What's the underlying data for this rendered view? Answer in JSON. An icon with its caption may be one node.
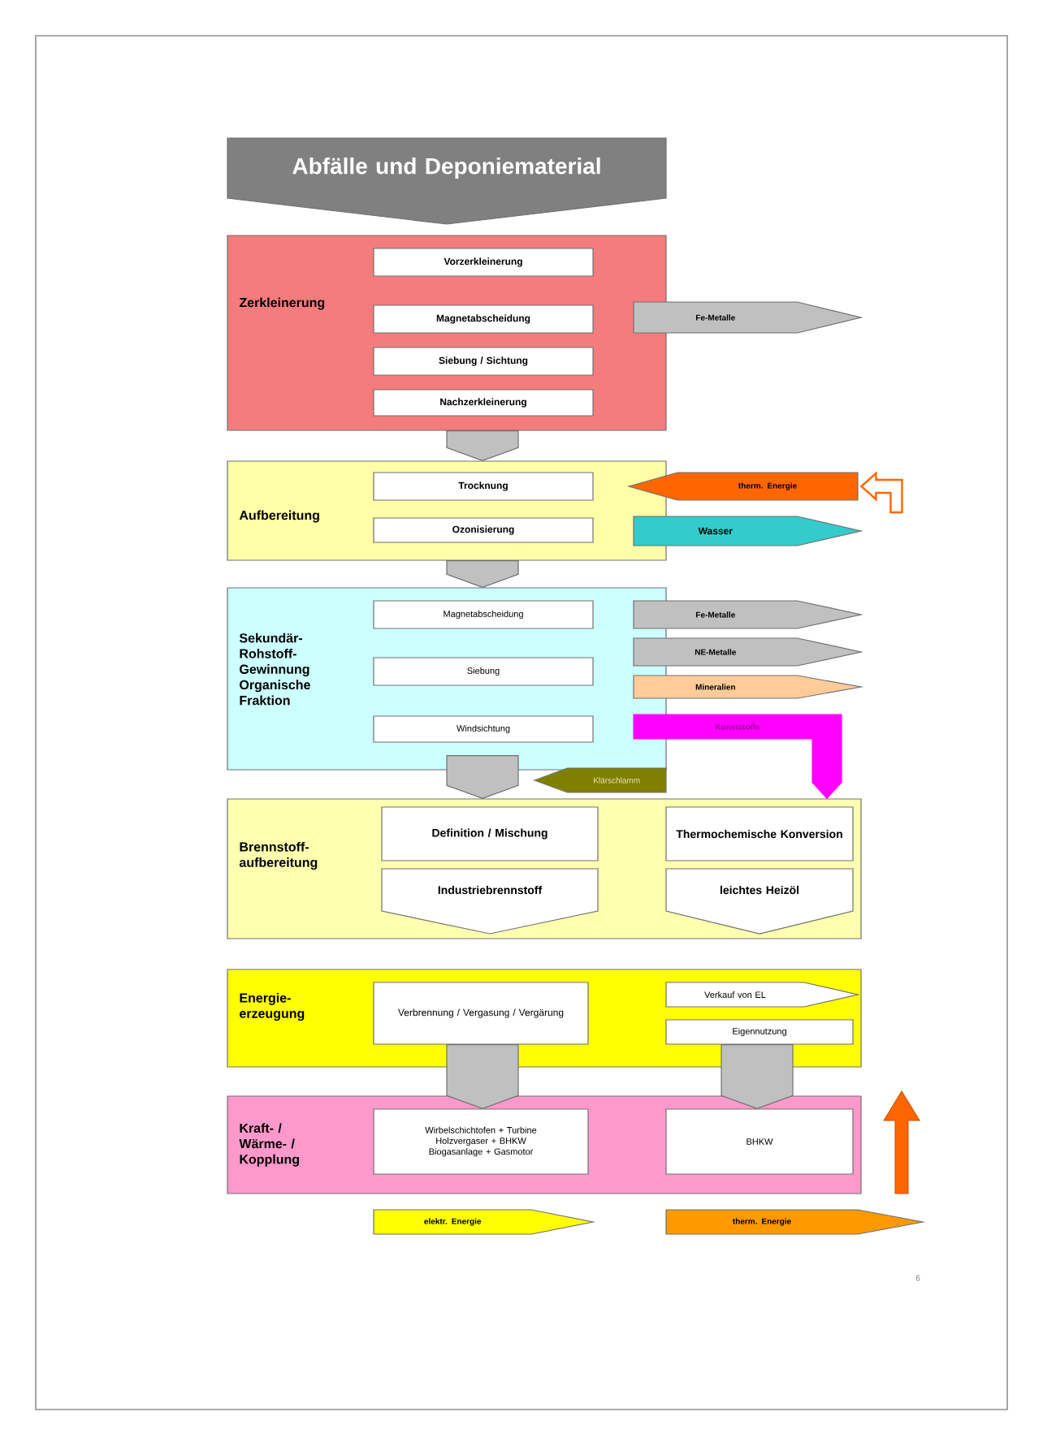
{
  "diagram": {
    "nodes": [
      {
        "text": [
          "Abfälle und Deponiematerial"
        ]
      },
      {
        "text": [
          "Zerkleinerung"
        ]
      },
      {
        "text": [
          "Vorzerkleinerung"
        ],
        "in": 1
      },
      {
        "text": [
          "Magnetabscheidung"
        ],
        "in": 1
      },
      {
        "text": [
          "Siebung / Sichtung"
        ],
        "in": 1
      },
      {
        "text": [
          "Nachzerkleinerung"
        ],
        "in": 1
      },
      {
        "text": [
          "Fe-Metalle"
        ]
      },
      {
        "text": [
          "Aufbereitung"
        ]
      },
      {
        "text": [
          "Trocknung"
        ],
        "in": 7
      },
      {
        "text": [
          "Ozonisierung"
        ],
        "in": 7
      },
      {
        "text": [
          "therm. Energie"
        ]
      },
      {
        "text": [
          "Wasser"
        ]
      },
      {
        "text": [
          "Sekundär- Rohstoff- Gewinnung Organische Fraktion"
        ]
      },
      {
        "text": [
          "Magnetabscheidung"
        ],
        "in": 12
      },
      {
        "text": [
          "Siebung"
        ],
        "in": 12
      },
      {
        "text": [
          "Windsichtung"
        ],
        "in": 12
      },
      {
        "text": [
          "Fe-Metalle"
        ]
      },
      {
        "text": [
          "NE-Metalle"
        ]
      },
      {
        "text": [
          "Mineralien"
        ]
      },
      {
        "text": [
          "Kunststoffe"
        ]
      },
      {
        "text": [
          "Klärschlamm"
        ]
      },
      {
        "text": [
          "Brennstoff- aufbereitung"
        ]
      },
      {
        "text": [
          "Definition / Mischung"
        ],
        "in": 21
      },
      {
        "text": [
          "Industriebrennstoff"
        ],
        "in": 21
      },
      {
        "text": [
          "Thermochemische Konversion"
        ],
        "in": 21
      },
      {
        "text": [
          "leichtes Heizöl"
        ],
        "in": 21
      },
      {
        "text": [
          "Energie- erzeugung"
        ]
      },
      {
        "text": [
          "Verbrennung / Vergasung / Vergärung"
        ],
        "in": 26
      },
      {
        "text": [
          "Verkauf von EL"
        ],
        "in": 26
      },
      {
        "text": [
          "Eigennutzung"
        ],
        "in": 26
      },
      {
        "text": [
          "Kraft- / Wärme- / Kopplung"
        ]
      },
      {
        "text": [
          "Wirbelschichtofen + Turbine",
          "Holzvergaser + BHKW",
          "Biogasanlage + Gasmotor"
        ],
        "in": 30
      },
      {
        "text": [
          "BHKW"
        ],
        "in": 30
      },
      {
        "text": [
          "elektr. Energie"
        ]
      },
      {
        "text": [
          "therm. Energie"
        ]
      }
    ],
    "edges": [
      {
        "from": 1,
        "to": 7,
        "arrow": "to"
      },
      {
        "from": 7,
        "to": 12,
        "arrow": "to"
      },
      {
        "from": 12,
        "to": 21,
        "arrow": "to"
      },
      {
        "from": 27,
        "to": 31,
        "arrow": "to"
      },
      {
        "from": 29,
        "to": 32,
        "arrow": "to"
      },
      {
        "from": 19,
        "to": 21,
        "arrow": "to",
        "color": "#ff00ff"
      },
      {
        "from": null,
        "to": 10,
        "arrow": "to",
        "color": "#ff6600"
      }
    ],
    "labels": [
      "6"
    ]
  }
}
